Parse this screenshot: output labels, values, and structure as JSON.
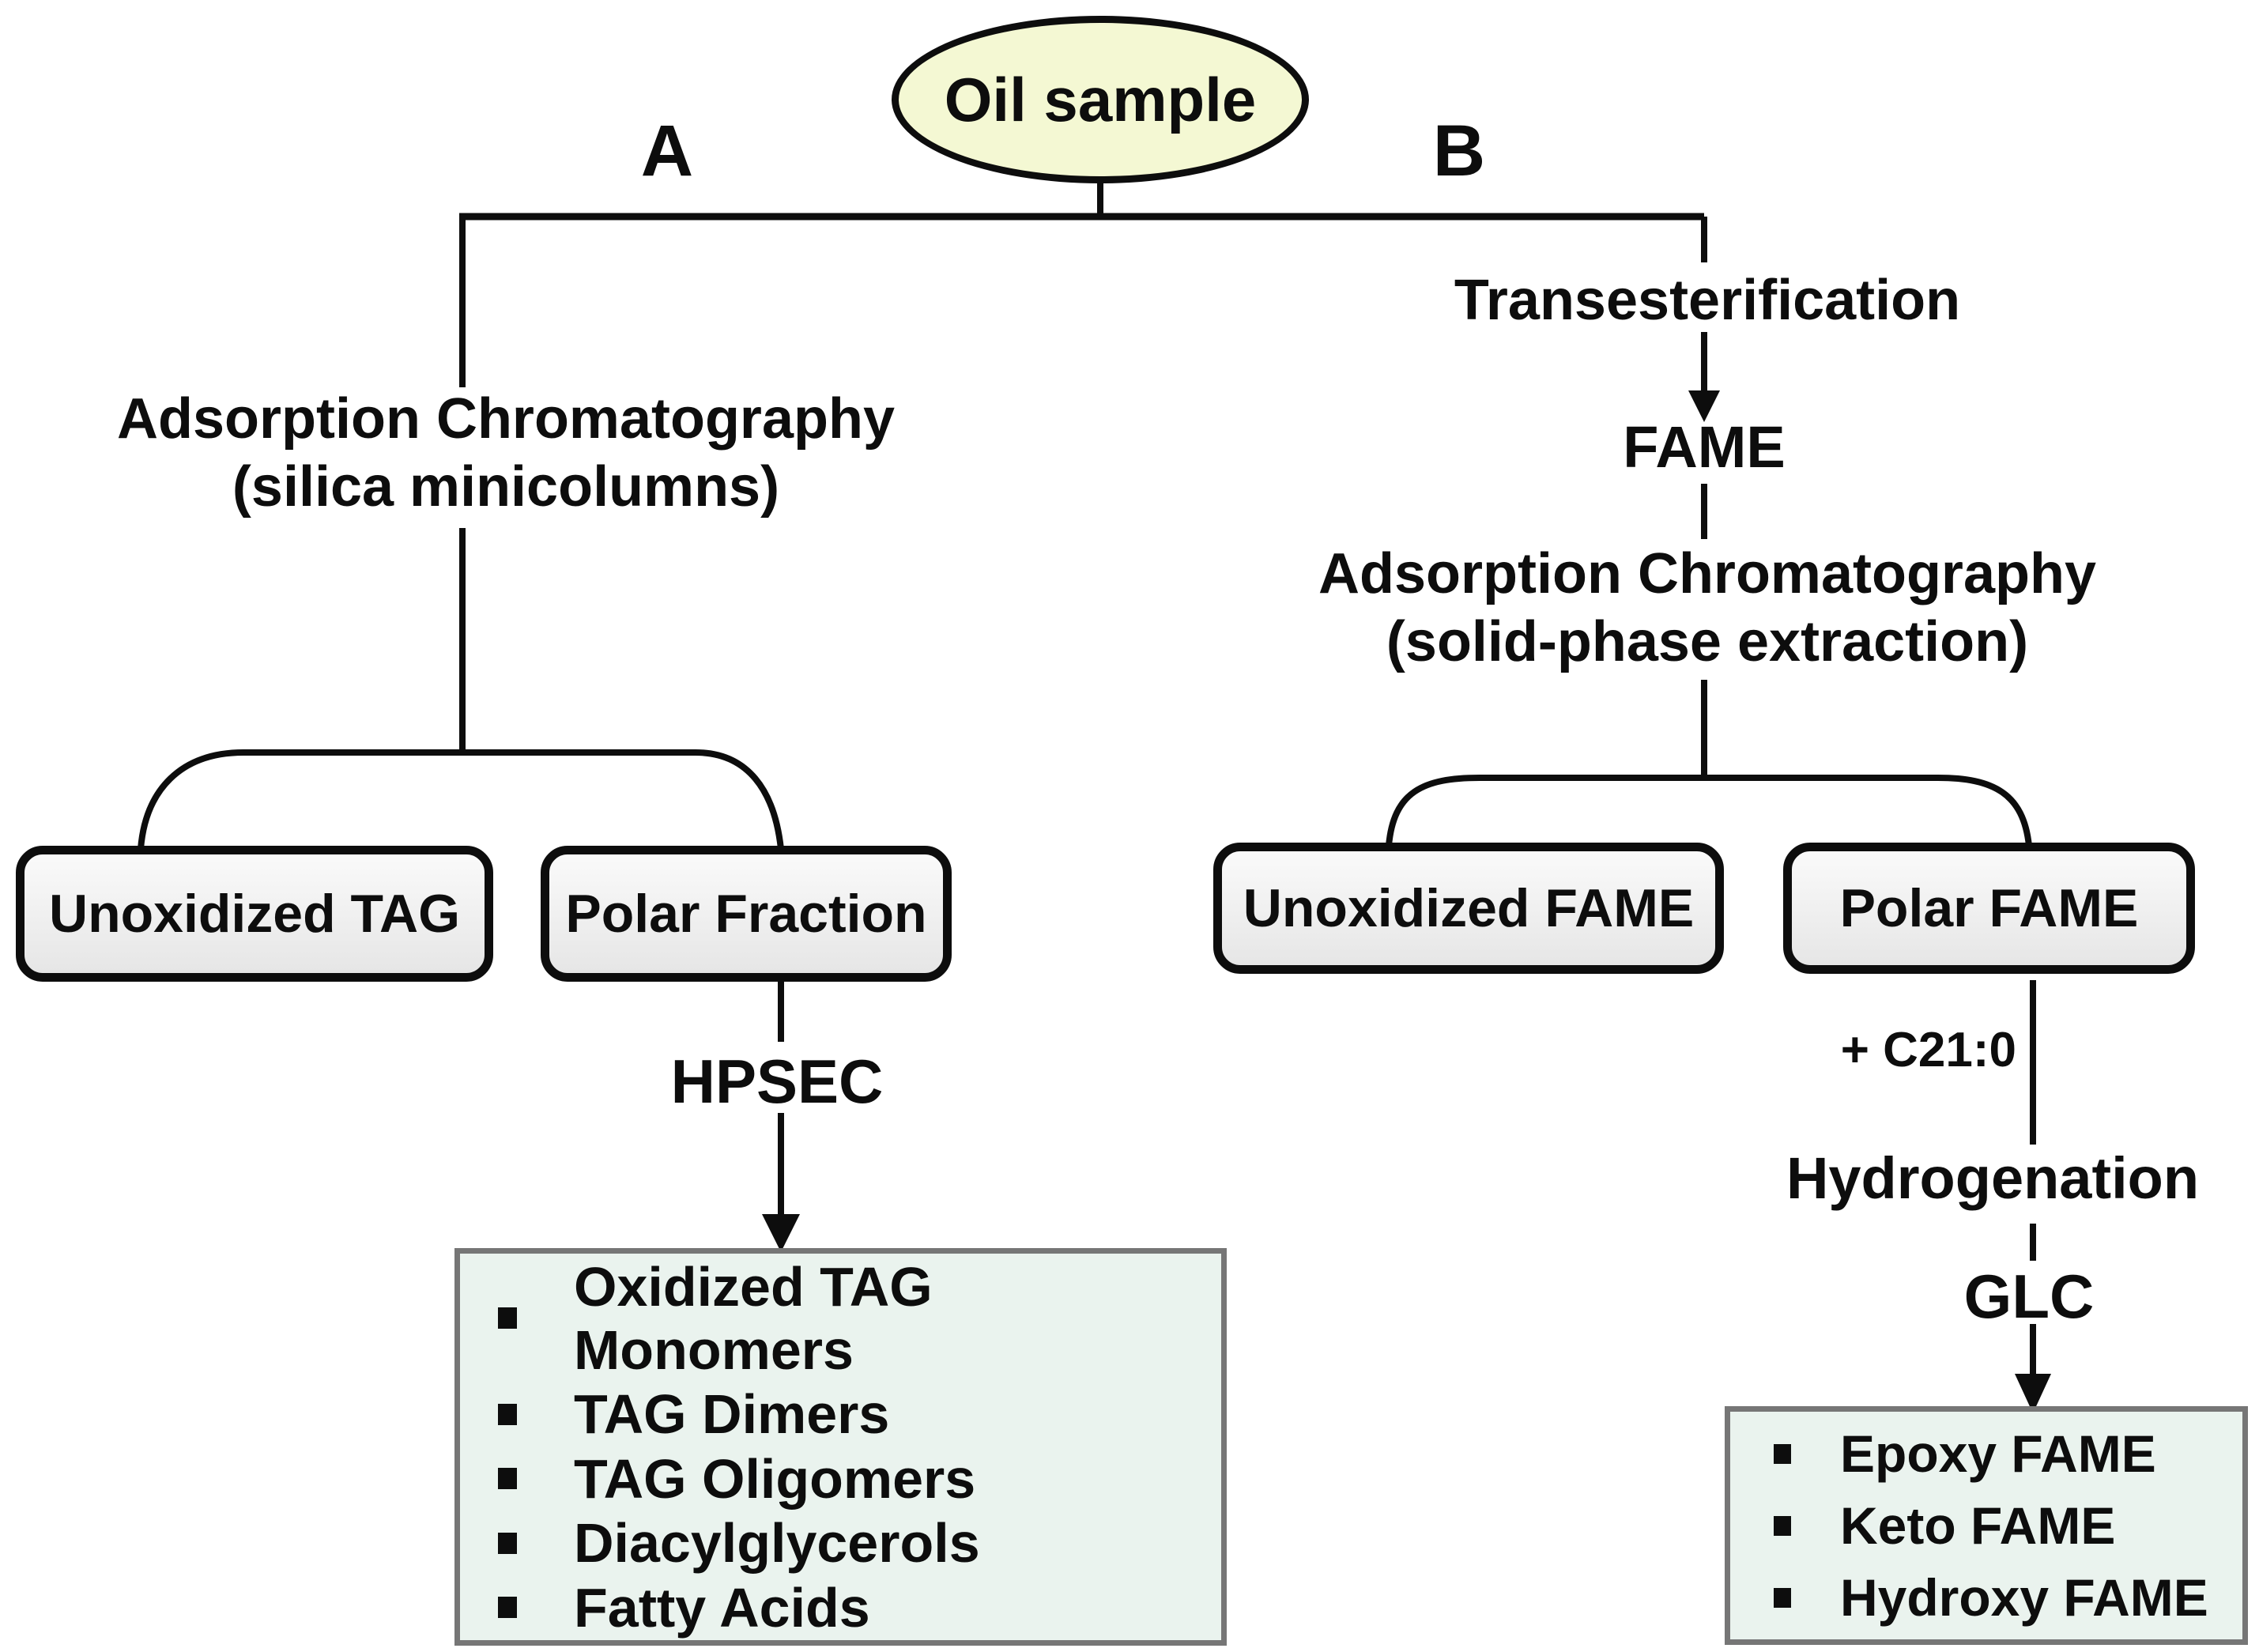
{
  "root": {
    "label": "Oil sample"
  },
  "branches": {
    "a_label": "A",
    "b_label": "B"
  },
  "left_branch": {
    "step": "Adsorption Chromatography",
    "step_sub": "(silica minicolumns)",
    "fraction_boxes": [
      "Unoxidized TAG",
      "Polar Fraction"
    ],
    "analysis_method": "HPSEC",
    "results": [
      "Oxidized TAG Monomers",
      "TAG Dimers",
      "TAG Oligomers",
      "Diacylglycerols",
      "Fatty Acids"
    ]
  },
  "right_branch": {
    "step1": "Transesterification",
    "intermediate": "FAME",
    "step2": "Adsorption Chromatography",
    "step2_sub": "(solid-phase extraction)",
    "fraction_boxes": [
      "Unoxidized FAME",
      "Polar FAME"
    ],
    "internal_standard": "+ C21:0",
    "step3": "Hydrogenation",
    "analysis_method": "GLC",
    "results": [
      "Epoxy FAME",
      "Keto FAME",
      "Hydroxy FAME"
    ]
  },
  "colors": {
    "root_fill": "#f4f8d3",
    "node_fill": "#ececec",
    "node_border": "#0d0d0d",
    "result_fill": "#eaf3ee",
    "result_border": "#767676",
    "line": "#0d0d0d",
    "text": "#0d0d0d",
    "background": "#ffffff"
  }
}
